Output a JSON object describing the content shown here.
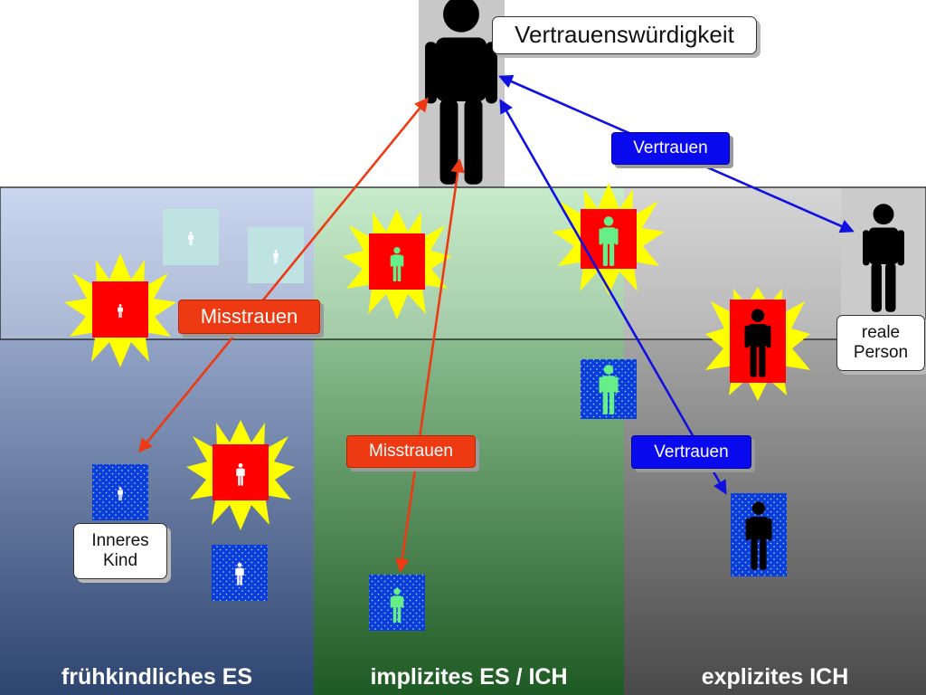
{
  "top_label": "Vertrauenswürdigkeit",
  "real_person_label_1": "reale",
  "real_person_label_2": "Person",
  "inner_child_label_1": "Inneres",
  "inner_child_label_2": "Kind",
  "arrows": {
    "trust_top": "Vertrauen",
    "distrust_left": "Misstrauen",
    "distrust_middle": "Misstrauen",
    "trust_bottom": "Vertrauen"
  },
  "columns": [
    "frühkindliches ES",
    "implizites ES / ICH",
    "explizites ICH"
  ],
  "colors": {
    "trust_arrow": "#1010e0",
    "distrust_arrow": "#ee3a12",
    "star": "#ffff00",
    "red_square": "#ff0000",
    "blue_square": "#0a3ed8",
    "figure_black": "#000000",
    "figure_green": "#66ee88",
    "figure_white": "#ffffff"
  }
}
